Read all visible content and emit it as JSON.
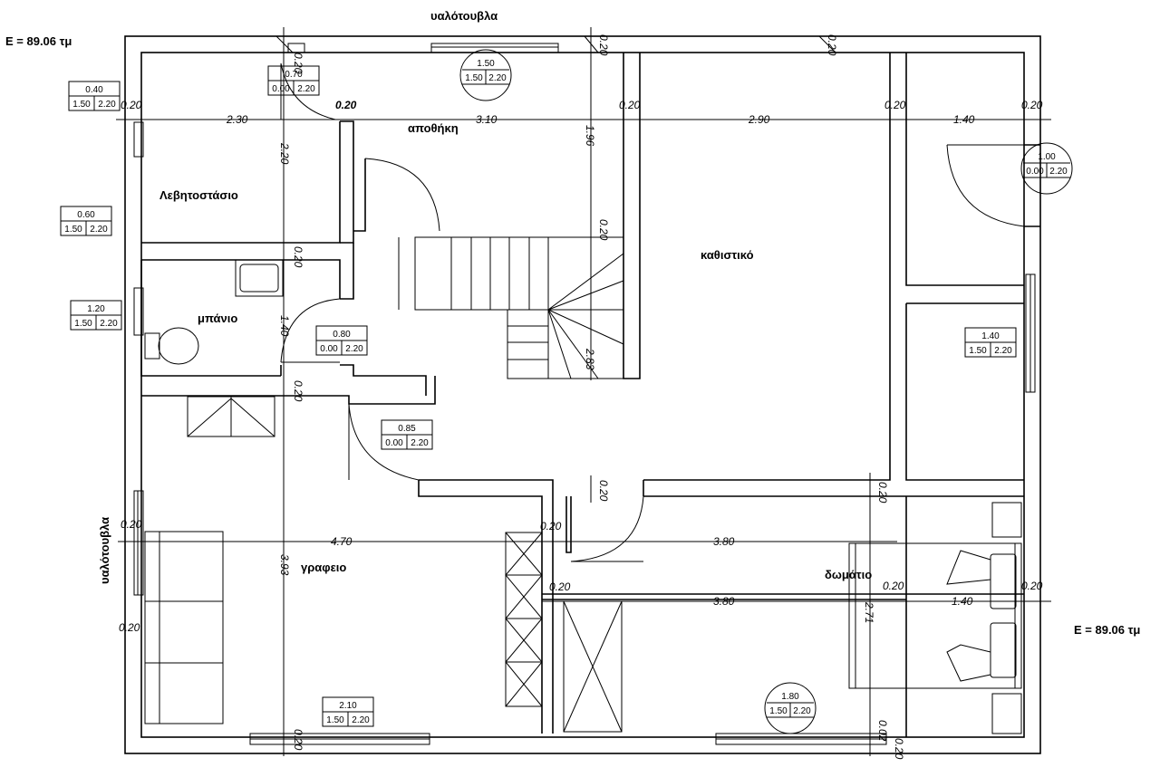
{
  "notes": {
    "area_top_left": "E = 89.06 τμ",
    "area_right": "E = 89.06 τμ",
    "material_top": "υαλότουβλα",
    "material_left": "υαλότουβλα"
  },
  "rooms": {
    "boiler_room": "Λεβητοστάσιο",
    "storage": "αποθήκη",
    "bathroom": "μπάνιο",
    "living_room": "καθιστικό",
    "office": "γραφειο",
    "bedroom": "δωμάτιο"
  },
  "dimensions": {
    "d_0_20": "0.20",
    "d_2_30": "2.30",
    "d_3_10": "3.10",
    "d_2_90": "2.90",
    "d_1_40": "1.40",
    "d_2_20": "2.20",
    "d_1_96": "1.96",
    "d_2_83": "2.83",
    "d_4_70": "4.70",
    "d_3_80": "3.80",
    "d_3_93": "3.93",
    "d_2_71": "2.71",
    "d_0_02": "0.02"
  },
  "openings": {
    "w_top_left": {
      "width": "0.40",
      "sill": "1.50",
      "height": "2.20"
    },
    "w_left_mid": {
      "width": "0.60",
      "sill": "1.50",
      "height": "2.20"
    },
    "w_bath": {
      "width": "1.20",
      "sill": "1.50",
      "height": "2.20"
    },
    "d_boiler": {
      "width": "0.70",
      "sill": "0.00",
      "height": "2.20"
    },
    "w_top_center": {
      "width": "1.50",
      "sill": "1.50",
      "height": "2.20"
    },
    "d_right_top": {
      "width": "1.00",
      "sill": "0.00",
      "height": "2.20"
    },
    "w_right_mid": {
      "width": "1.40",
      "sill": "1.50",
      "height": "2.20"
    },
    "d_bath": {
      "width": "0.80",
      "sill": "0.00",
      "height": "2.20"
    },
    "d_office": {
      "width": "0.85",
      "sill": "0.00",
      "height": "2.20"
    },
    "w_office_bottom": {
      "width": "2.10",
      "sill": "1.50",
      "height": "2.20"
    },
    "w_bedroom_bottom": {
      "width": "1.80",
      "sill": "1.50",
      "height": "2.20"
    }
  }
}
